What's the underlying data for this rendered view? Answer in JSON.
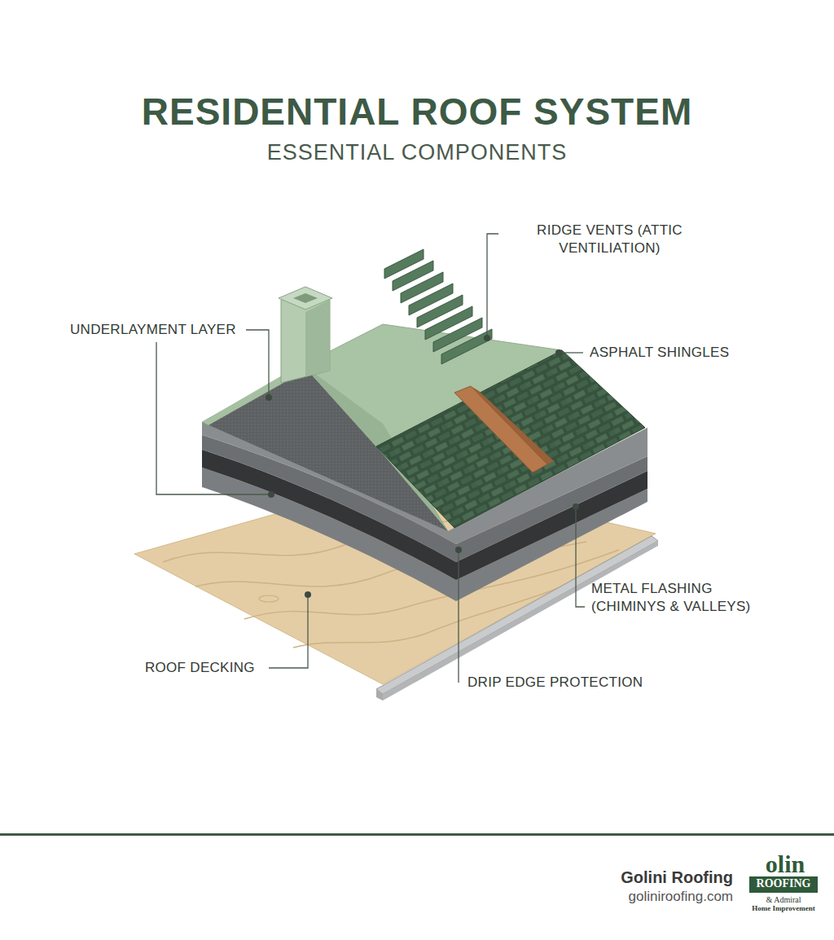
{
  "diagram": {
    "title": "RESIDENTIAL ROOF SYSTEM",
    "labels": [
      "ESSENTIAL COMPONENTS",
      "RIDGE VENTS (ATTIC VENTILIATION)",
      "UNDERLAYMENT LAYER",
      "ASPHALT SHINGLES",
      "METAL FLASHING (CHIMINYS & VALLEYS)",
      "ROOF DECKING",
      "DRIP EDGE PROTECTION",
      "Golini Roofing",
      "goliniroofing.com",
      "olin",
      "ROOFING",
      "& Admiral",
      "Home Improvement"
    ]
  }
}
